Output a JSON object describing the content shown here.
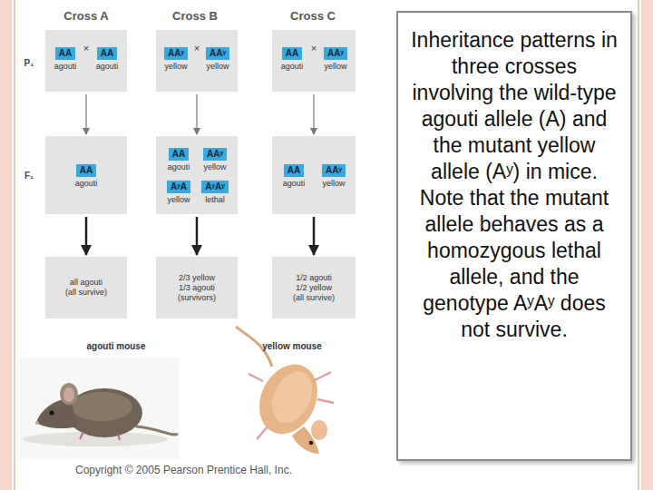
{
  "diagram": {
    "caption": "Inheritance patterns in three crosses involving the wild-type agouti allele (A) and the mutant yellow allele (Aʸ) in mice. Note that the mutant allele behaves as a homozygous lethal allele, and the genotype AʸAʸ does not survive.",
    "nodes": [
      {
        "text": []
      },
      {
        "text": [
          "AA",
          "agouti"
        ],
        "in": 0
      },
      {
        "text": [
          "AA",
          "agouti"
        ],
        "in": 0
      },
      {
        "text": []
      },
      {
        "text": [
          "AAʸ",
          "yellow"
        ],
        "in": 3
      },
      {
        "text": [
          "AAʸ",
          "yellow"
        ],
        "in": 3
      },
      {
        "text": []
      },
      {
        "text": [
          "AA",
          "agouti"
        ],
        "in": 6
      },
      {
        "text": [
          "AAʸ",
          "yellow"
        ],
        "in": 6
      },
      {
        "text": []
      },
      {
        "text": [
          "AA",
          "agouti"
        ],
        "in": 9
      },
      {
        "text": []
      },
      {
        "text": [
          "AA",
          "agouti"
        ],
        "in": 11
      },
      {
        "text": [
          "AAʸ",
          "yellow"
        ],
        "in": 11
      },
      {
        "text": [
          "AʸA",
          "yellow"
        ],
        "in": 11
      },
      {
        "text": [
          "AʸAʸ",
          "lethal"
        ],
        "in": 11
      },
      {
        "text": []
      },
      {
        "text": [
          "AA",
          "agouti"
        ],
        "in": 16
      },
      {
        "text": [
          "AAʸ",
          "yellow"
        ],
        "in": 16
      },
      {
        "text": [
          "all agouti",
          "(all survive)"
        ]
      },
      {
        "text": [
          "2/3 yellow",
          "1/3 agouti",
          "(survivors)"
        ]
      },
      {
        "text": [
          "1/2 agouti",
          "1/2 yellow",
          "(all survive)"
        ]
      }
    ],
    "edges": [
      {
        "from": 0,
        "to": 9,
        "arrow": "to"
      },
      {
        "from": 3,
        "to": 11,
        "arrow": "to"
      },
      {
        "from": 6,
        "to": 16,
        "arrow": "to"
      },
      {
        "from": 9,
        "to": 19,
        "arrow": "to"
      },
      {
        "from": 11,
        "to": 20,
        "arrow": "to"
      },
      {
        "from": 16,
        "to": 21,
        "arrow": "to"
      }
    ],
    "labels": [
      "Cross A",
      "Cross B",
      "Cross C",
      "P₁",
      "F₁",
      "×",
      "×",
      "×",
      "agouti mouse",
      "yellow mouse",
      "Copyright © 2005 Pearson Prentice Hall, Inc."
    ]
  }
}
